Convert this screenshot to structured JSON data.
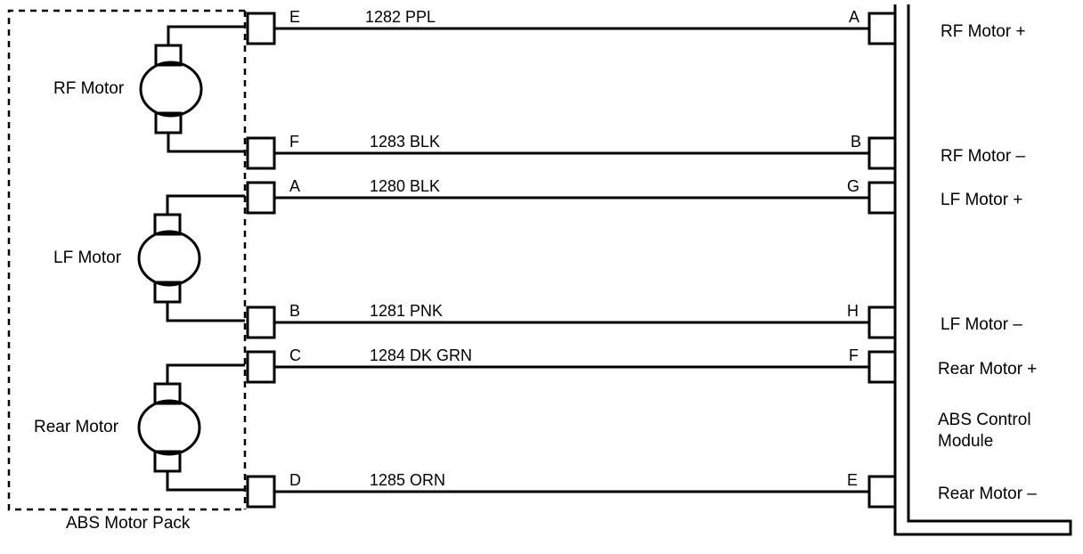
{
  "colors": {
    "line": "#000000",
    "background": "#ffffff"
  },
  "motor_pack": {
    "label": "ABS Motor Pack",
    "motors": [
      {
        "label": "RF Motor"
      },
      {
        "label": "LF Motor"
      },
      {
        "label": "Rear Motor"
      }
    ]
  },
  "wires": [
    {
      "left_pin": "E",
      "circuit": "1282 PPL",
      "right_pin": "A",
      "function": "RF Motor +"
    },
    {
      "left_pin": "F",
      "circuit": "1283 BLK",
      "right_pin": "B",
      "function": "RF Motor –"
    },
    {
      "left_pin": "A",
      "circuit": "1280 BLK",
      "right_pin": "G",
      "function": "LF Motor +"
    },
    {
      "left_pin": "B",
      "circuit": "1281 PNK",
      "right_pin": "H",
      "function": "LF Motor –"
    },
    {
      "left_pin": "C",
      "circuit": "1284 DK GRN",
      "right_pin": "F",
      "function": "Rear Motor +"
    },
    {
      "left_pin": "D",
      "circuit": "1285 ORN",
      "right_pin": "E",
      "function": "Rear Motor –"
    }
  ],
  "module": {
    "label_line1": "ABS Control",
    "label_line2": "Module"
  }
}
